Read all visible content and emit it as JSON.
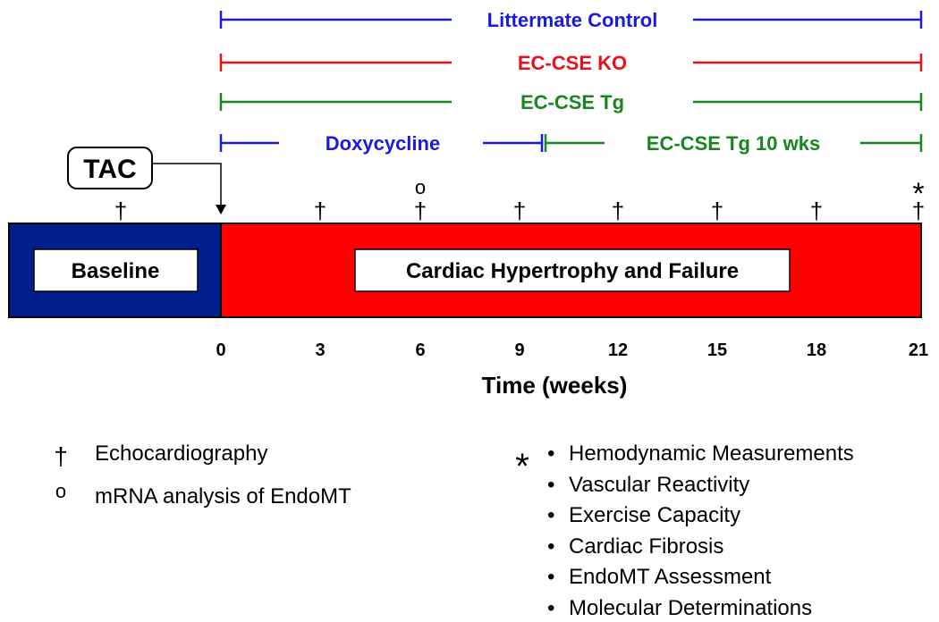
{
  "groups": [
    {
      "label": "Littermate Control",
      "color": "#1a1adf"
    },
    {
      "label": "EC-CSE KO",
      "color": "#e8101a"
    },
    {
      "label": "EC-CSE Tg",
      "color": "#17861f"
    }
  ],
  "doxy": {
    "label": "Doxycycline",
    "color": "#1a1adf"
  },
  "tg10": {
    "label": "EC-CSE Tg 10 wks",
    "color": "#17861f"
  },
  "tac_label": "TAC",
  "baseline_label": "Baseline",
  "main_label": "Cardiac Hypertrophy and Failure",
  "colors": {
    "baseline_fill": "#001e8c",
    "main_fill": "#ff0000"
  },
  "axis": {
    "ticks": [
      "0",
      "3",
      "6",
      "9",
      "12",
      "15",
      "18",
      "21"
    ],
    "title": "Time (weeks)"
  },
  "markers": {
    "dagger": "†",
    "circle": "o",
    "asterisk": "*"
  },
  "legend": {
    "echo": "Echocardiography",
    "mrna": "mRNA analysis of EndoMT",
    "bullet": "•",
    "endpoints": [
      "Hemodynamic Measurements",
      "Vascular Reactivity",
      "Exercise Capacity",
      "Cardiac Fibrosis",
      "EndoMT Assessment",
      "Molecular Determinations"
    ]
  }
}
